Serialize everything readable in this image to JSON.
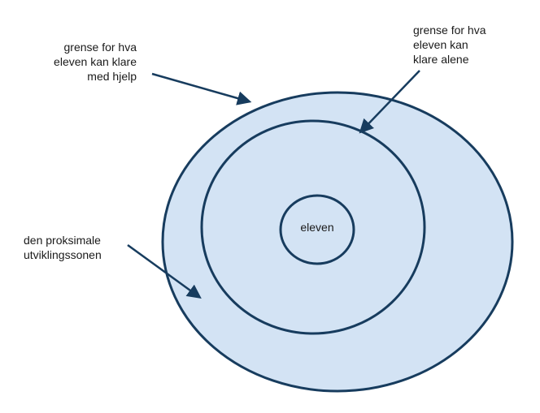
{
  "colors": {
    "background": "#ffffff",
    "zone_fill": "#d3e3f4",
    "stroke": "#173c5e",
    "text": "#1a1a1a"
  },
  "center": {
    "label": "eleven"
  },
  "annotations": {
    "with_help": [
      "grense for hva",
      "eleven kan klare",
      "med hjelp"
    ],
    "alone": [
      "grense for hva",
      "eleven kan",
      "klare alene"
    ],
    "zone": [
      "den proksimale",
      "utviklingssonen"
    ]
  }
}
